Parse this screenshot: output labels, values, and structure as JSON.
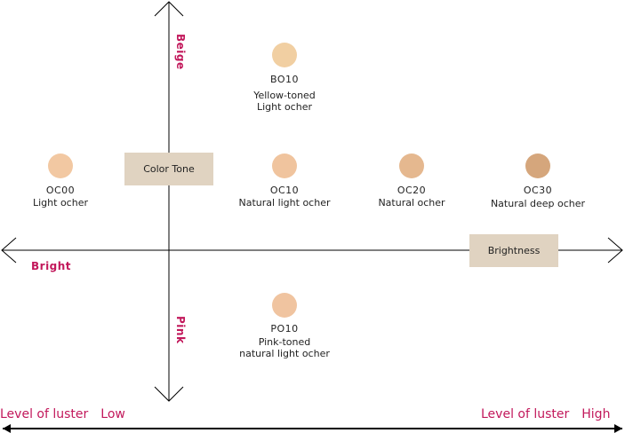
{
  "axes": {
    "top_label": "Beige",
    "bottom_label": "Pink",
    "left_label": "Bright",
    "vertical_box": "Color Tone",
    "horizontal_box": "Brightness"
  },
  "swatches": [
    {
      "code": "BO10",
      "desc": "Yellow-toned\nLight ocher",
      "color": "#f1cfa2"
    },
    {
      "code": "OC00",
      "desc": "Light ocher",
      "color": "#f2c8a2"
    },
    {
      "code": "OC10",
      "desc": "Natural light ocher",
      "color": "#f0c49e"
    },
    {
      "code": "OC20",
      "desc": "Natural ocher",
      "color": "#e5b88f"
    },
    {
      "code": "OC30",
      "desc": "Natural deep ocher",
      "color": "#d5a67c"
    },
    {
      "code": "PO10",
      "desc": "Pink-toned\nnatural light ocher",
      "color": "#f0c4a0"
    }
  ],
  "luster": {
    "low_label": "Level of luster　Low",
    "high_label": "Level of luster　High"
  },
  "colors": {
    "accent": "#c2185b",
    "box": "#e0d3c1"
  }
}
